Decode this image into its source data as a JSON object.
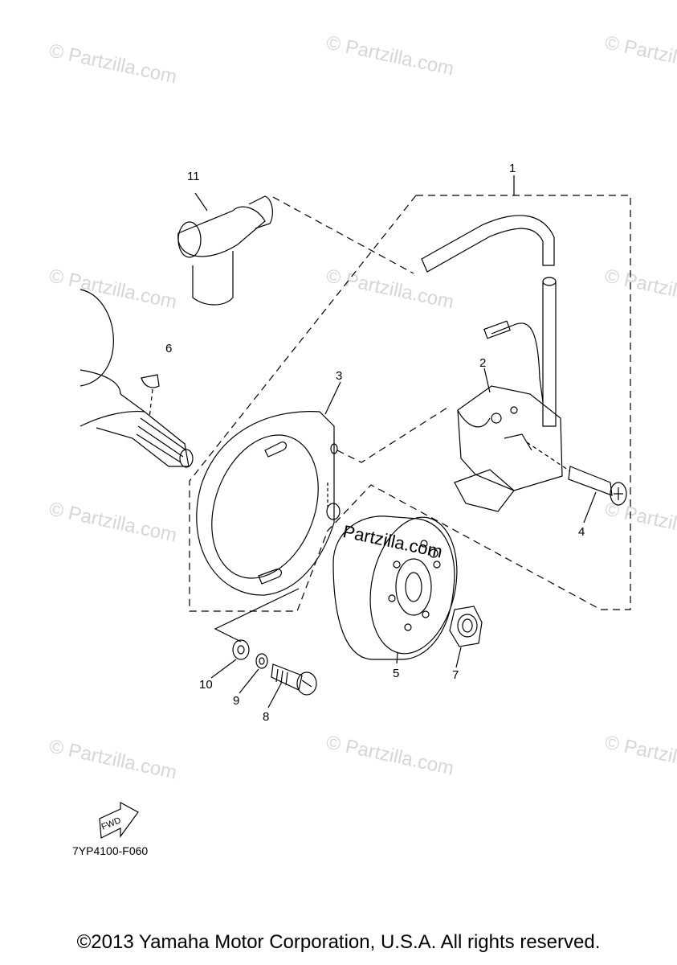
{
  "watermark": "© Partzilla.com",
  "brand_watermark": "Partzilla.com",
  "callouts": {
    "p1": "1",
    "p2": "2",
    "p3": "3",
    "p4": "4",
    "p5": "5",
    "p6": "6",
    "p7": "7",
    "p8": "8",
    "p9": "9",
    "p10": "10",
    "p11": "11"
  },
  "fwd_label": "FWD",
  "diagram_code": "7YP4100-F060",
  "copyright": "©2013 Yamaha Motor Corporation, U.S.A. All rights reserved.",
  "colors": {
    "line": "#000000",
    "watermark": "#d6d6d6",
    "background": "#ffffff"
  }
}
